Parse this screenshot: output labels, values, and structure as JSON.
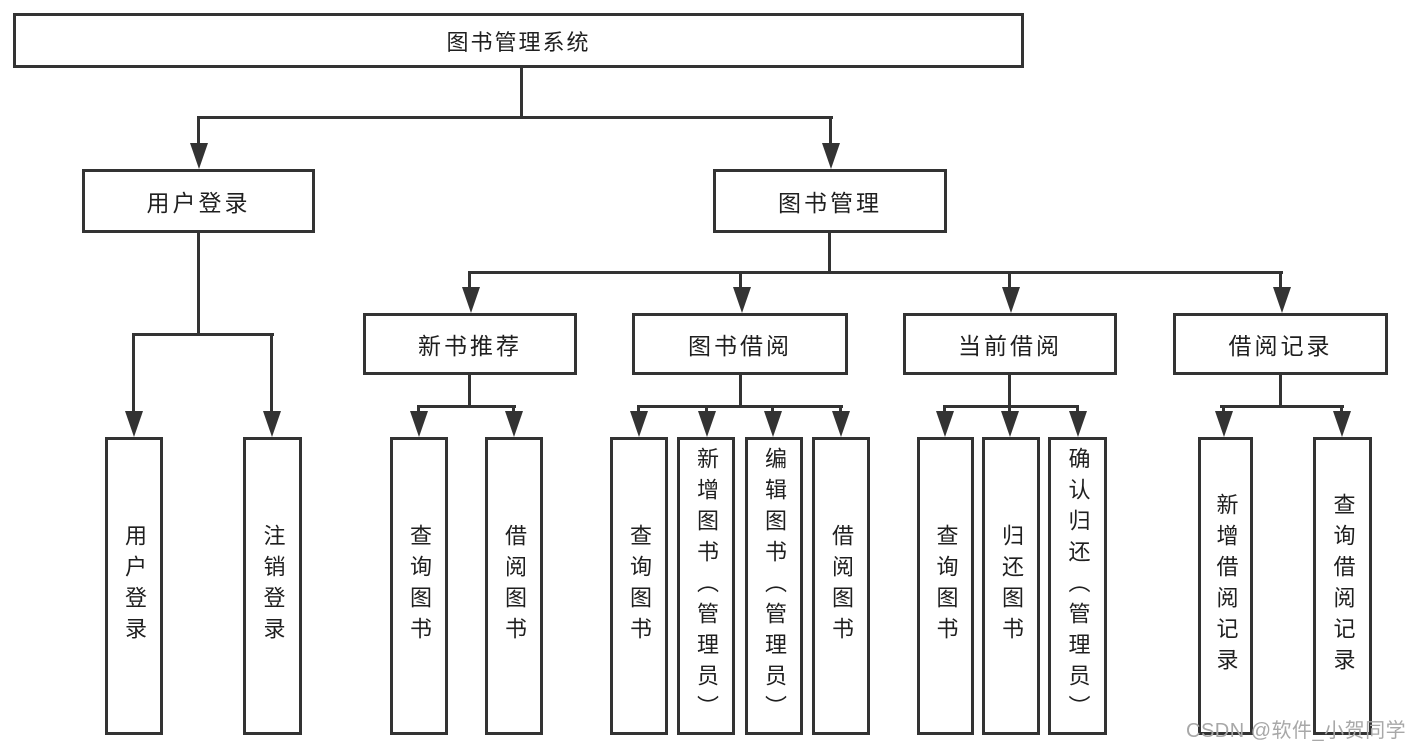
{
  "nodes": {
    "root": "图书管理系统",
    "level2": {
      "user_login": "用户登录",
      "book_mgmt": "图书管理"
    },
    "level3": {
      "new_books": "新书推荐",
      "borrowing": "图书借阅",
      "current": "当前借阅",
      "records": "借阅记录"
    },
    "leaves": {
      "user_login": "用户登录",
      "logout": "注销登录",
      "nb_query": "查询图书",
      "nb_borrow": "借阅图书",
      "bb_query": "查询图书",
      "bb_add": "新增图书（管理员）",
      "bb_edit": "编辑图书（管理员）",
      "bb_borrow": "借阅图书",
      "cb_query": "查询图书",
      "cb_return": "归还图书",
      "cb_confirm": "确认归还（管理员）",
      "br_add": "新增借阅记录",
      "br_query": "查询借阅记录"
    }
  },
  "watermark": "CSDN @软件_小贺同学",
  "colors": {
    "line": "#333333",
    "text": "#1f1f1f",
    "background": "#ffffff",
    "watermark": "#a8a8a8"
  }
}
